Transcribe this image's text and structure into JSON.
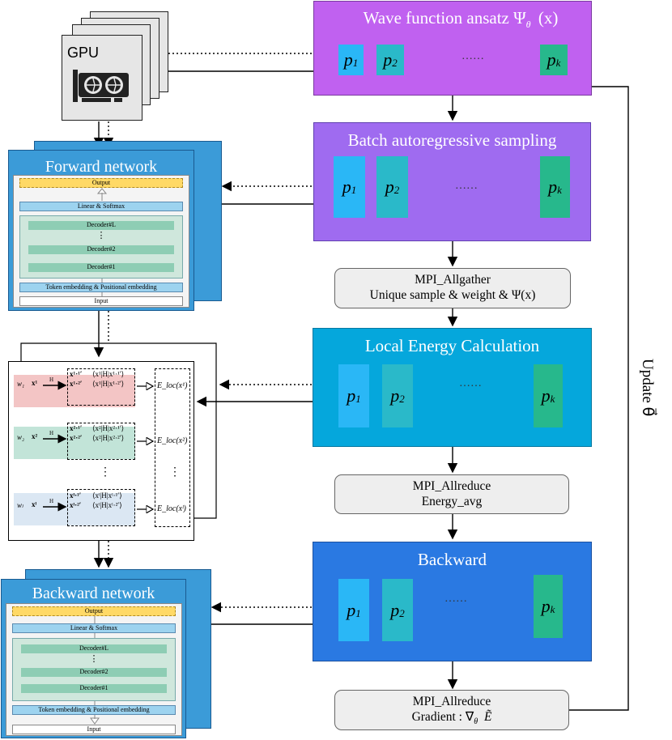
{
  "colors": {
    "wave_stage": "#c061f0",
    "sampling_stage": "#9f6bf0",
    "energy_stage": "#05a7dc",
    "backward_stage": "#2a79e2",
    "proc_p1": "#2ab7f6",
    "proc_p2": "#2ab9c9",
    "proc_pk": "#27b88c",
    "network_card": "#3b9bd8",
    "layer_box": "#9dd3ef",
    "decoder": "#8ecdb4",
    "output_layer": "#ffd966"
  },
  "stages": {
    "wave": {
      "title": "Wave function ansatz Ψ",
      "title_sub": "θ⃗",
      "title_tail": "(x)",
      "p1": "p",
      "p1_sub": "1",
      "p2": "p",
      "p2_sub": "2",
      "pk": "p",
      "pk_sub": "k",
      "dots": "……"
    },
    "sampling": {
      "title": "Batch autoregressive sampling",
      "p1": "p",
      "p1_sub": "1",
      "p2": "p",
      "p2_sub": "2",
      "pk": "p",
      "pk_sub": "k",
      "dots": "……"
    },
    "energy": {
      "title": "Local Energy Calculation",
      "p1": "p",
      "p1_sub": "1",
      "p2": "p",
      "p2_sub": "2",
      "pk": "p",
      "pk_sub": "k",
      "dots": "……"
    },
    "backward": {
      "title": "Backward",
      "p1": "p",
      "p1_sub": "1",
      "p2": "p",
      "p2_sub": "2",
      "pk": "p",
      "pk_sub": "k",
      "dots": "……"
    }
  },
  "comm": {
    "allgather": {
      "line1": "MPI_Allgather",
      "line2": "Unique sample & weight & Ψ(x)"
    },
    "allreduce_energy": {
      "line1": "MPI_Allreduce",
      "line2": "Energy_avg"
    },
    "allreduce_grad": {
      "line1": "MPI_Allreduce",
      "line2": "Gradient : ∇",
      "line2_sub": "θ⃗",
      "line2_tail": "Ẽ"
    }
  },
  "update_label": "Update θ⃗",
  "gpu_label": "GPU",
  "forward_net": {
    "title": "Forward network",
    "output": "Output",
    "linear": "Linear & Softmax",
    "decoder_l": "Decoder#L",
    "decoder_dots": "⋮",
    "decoder_2": "Decoder#2",
    "decoder_1": "Decoder#1",
    "embedding": "Token embedding & Positional embedding",
    "input": "Input"
  },
  "backward_net": {
    "title": "Backward network",
    "output": "Output",
    "linear": "Linear & Softmax",
    "decoder_l": "Decoder#L",
    "decoder_dots": "⋮",
    "decoder_2": "Decoder#2",
    "decoder_1": "Decoder#1",
    "embedding": "Token embedding & Positional embedding",
    "input": "Input"
  },
  "energy_panel": {
    "rows": [
      {
        "w": "w₁",
        "x": "x¹",
        "h": "H",
        "terms": [
          "x¹·¹′",
          "x¹·²′"
        ],
        "me": [
          "⟨x¹|H|x¹·¹′⟩",
          "⟨x¹|H|x¹·²′⟩"
        ],
        "eloc": "E_loc(x¹)"
      },
      {
        "w": "w₂",
        "x": "x²",
        "h": "H",
        "terms": [
          "x²·¹′",
          "x²·²′"
        ],
        "me": [
          "⟨x²|H|x²·¹′⟩",
          "⟨x²|H|x²·²′⟩"
        ],
        "eloc": "E_loc(x²)"
      },
      {
        "w": "wₗ",
        "x": "xˡ",
        "h": "H",
        "terms": [
          "xˡ·¹′",
          "xˡ·²′"
        ],
        "me": [
          "⟨xˡ|H|xˡ·¹′⟩",
          "⟨xˡ|H|xˡ·²′⟩"
        ],
        "eloc": "E_loc(xˡ)"
      }
    ],
    "vdots": "⋮"
  }
}
